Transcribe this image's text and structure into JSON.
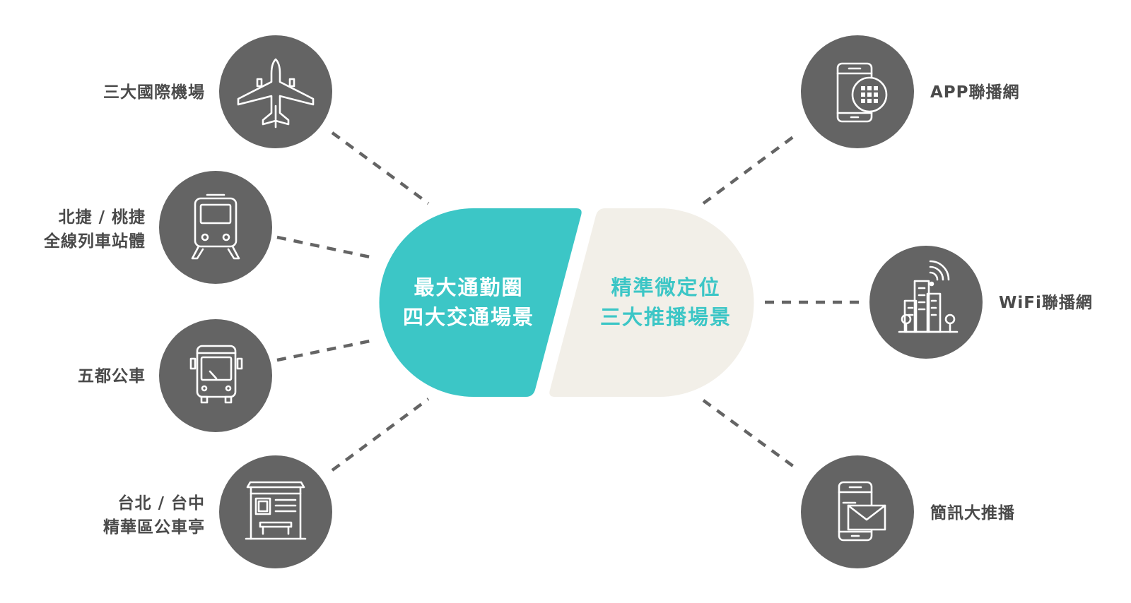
{
  "colors": {
    "teal": "#3cc6c6",
    "beige": "#f2efe8",
    "circle": "#646464",
    "label": "#4a4a4a",
    "dash": "#646464"
  },
  "center": {
    "left_text": "最大通勤圈\n四大交通場景",
    "right_text": "精準微定位\n三大推播場景"
  },
  "left_nodes": [
    {
      "label": "三大國際機場",
      "icon": "airplane-icon"
    },
    {
      "label": "北捷 / 桃捷\n全線列車站體",
      "icon": "train-icon"
    },
    {
      "label": "五都公車",
      "icon": "bus-icon"
    },
    {
      "label": "台北 / 台中\n精華區公車亭",
      "icon": "bus-shelter-icon"
    }
  ],
  "right_nodes": [
    {
      "label": "APP聯播網",
      "icon": "smartphone-app-icon"
    },
    {
      "label": "WiFi聯播網",
      "icon": "city-wifi-icon"
    },
    {
      "label": "簡訊大推播",
      "icon": "smartphone-message-icon"
    }
  ]
}
